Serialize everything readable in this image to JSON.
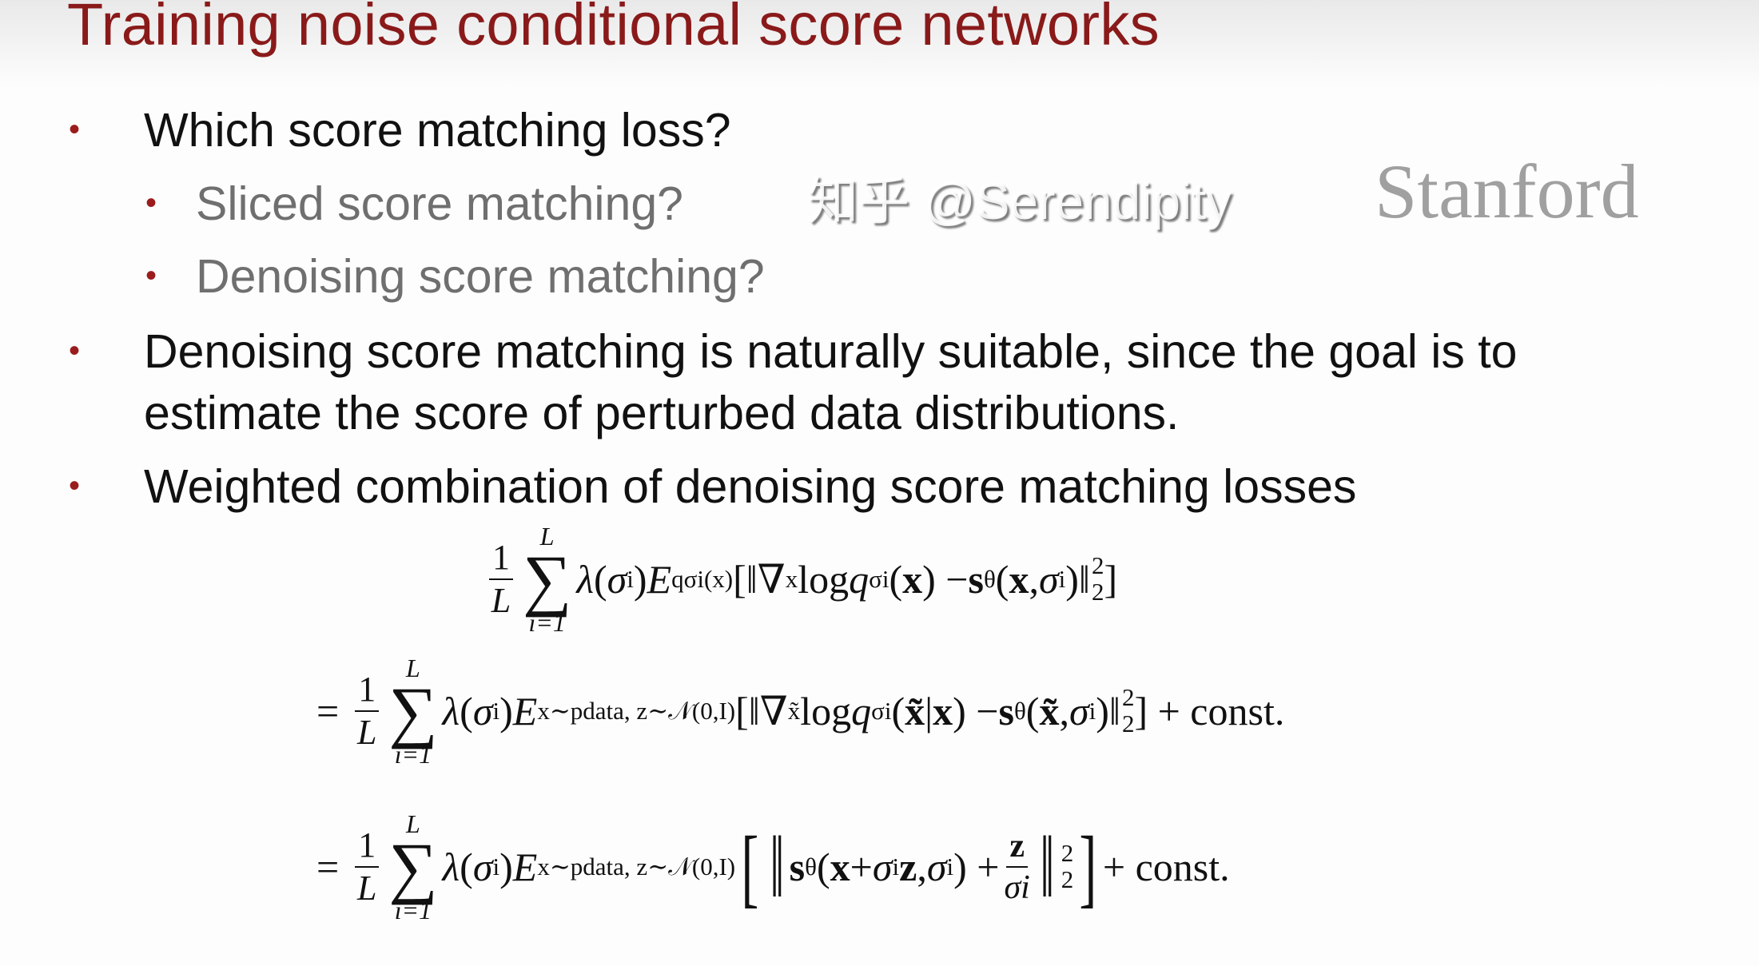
{
  "slide": {
    "title": "Training noise conditional score networks",
    "colors": {
      "title": "#8a1a1a",
      "bullet_dot": "#9b1c1c",
      "sub_text": "#6f6f6f"
    },
    "bullets": [
      {
        "text": "Which score matching loss?"
      },
      {
        "text": "Sliced score matching?"
      },
      {
        "text": "Denoising score matching?"
      },
      {
        "text": "Denoising score matching is naturally suitable, since the goal is to"
      },
      {
        "text": "estimate the score of perturbed data distributions."
      },
      {
        "text": "Weighted combination of denoising score matching losses"
      }
    ],
    "bullet_symbol": "•",
    "equations": [
      {
        "prefix": "",
        "frac": [
          "1",
          "L"
        ],
        "sum": {
          "symbol": "∑",
          "upper": "L",
          "lower": "i=1"
        },
        "body": [
          {
            "i": "λ"
          },
          {
            "t": "("
          },
          {
            "i": "σ",
            "sub": "i"
          },
          {
            "t": ")"
          },
          {
            "i": "E",
            "sub": "qσi(x)"
          },
          {
            "t": "[‖∇"
          },
          {
            "b": "",
            "sub": "x"
          },
          {
            "t": " log "
          },
          {
            "i": "q",
            "sub": "σi"
          },
          {
            "t": "("
          },
          {
            "b": "x"
          },
          {
            "t": ") − "
          },
          {
            "b": "s",
            "sub": "θ"
          },
          {
            "t": "("
          },
          {
            "b": "x"
          },
          {
            "t": ", "
          },
          {
            "i": "σ",
            "sub": "i"
          },
          {
            "t": ")‖",
            "sup": "2",
            "sub2": "2"
          },
          {
            "t": "]"
          }
        ]
      },
      {
        "prefix": "=",
        "frac": [
          "1",
          "L"
        ],
        "sum": {
          "symbol": "∑",
          "upper": "L",
          "lower": "i=1"
        },
        "body": [
          {
            "i": "λ"
          },
          {
            "t": "("
          },
          {
            "i": "σ",
            "sub": "i"
          },
          {
            "t": ")"
          },
          {
            "i": "E",
            "sub": "x∼pdata, z∼𝒩(0,I)"
          },
          {
            "t": "[‖∇"
          },
          {
            "b": "",
            "sub": "x̃"
          },
          {
            "t": " log "
          },
          {
            "i": "q",
            "sub": "σi"
          },
          {
            "t": "("
          },
          {
            "b": "x̃"
          },
          {
            "t": " | "
          },
          {
            "b": "x"
          },
          {
            "t": ") − "
          },
          {
            "b": "s",
            "sub": "θ"
          },
          {
            "t": "("
          },
          {
            "b": "x̃"
          },
          {
            "t": ", "
          },
          {
            "i": "σ",
            "sub": "i"
          },
          {
            "t": ")‖",
            "sup": "2",
            "sub2": "2"
          },
          {
            "t": "] + const."
          }
        ]
      },
      {
        "prefix": "=",
        "frac": [
          "1",
          "L"
        ],
        "sum": {
          "symbol": "∑",
          "upper": "L",
          "lower": "i=1"
        },
        "body": [
          {
            "i": "λ"
          },
          {
            "t": "("
          },
          {
            "i": "σ",
            "sub": "i"
          },
          {
            "t": ")"
          },
          {
            "i": "E",
            "sub": "x∼pdata, z∼𝒩(0,I)"
          },
          {
            "big": "["
          },
          {
            "big": "‖"
          },
          {
            "b": "s",
            "sub": "θ"
          },
          {
            "t": "("
          },
          {
            "b": "x"
          },
          {
            "t": " + "
          },
          {
            "i": "σ",
            "sub": "i"
          },
          {
            "b": "z"
          },
          {
            "t": ", "
          },
          {
            "i": "σ",
            "sub": "i"
          },
          {
            "t": ") + "
          },
          {
            "frac": [
              "z",
              "σi"
            ]
          },
          {
            "big": "‖",
            "sup": "2",
            "sub2": "2"
          },
          {
            "big": "]"
          },
          {
            "t": " + const."
          }
        ]
      }
    ],
    "watermark": {
      "zhihu": "知乎 @Serendipity",
      "logo": "Stanford"
    }
  }
}
